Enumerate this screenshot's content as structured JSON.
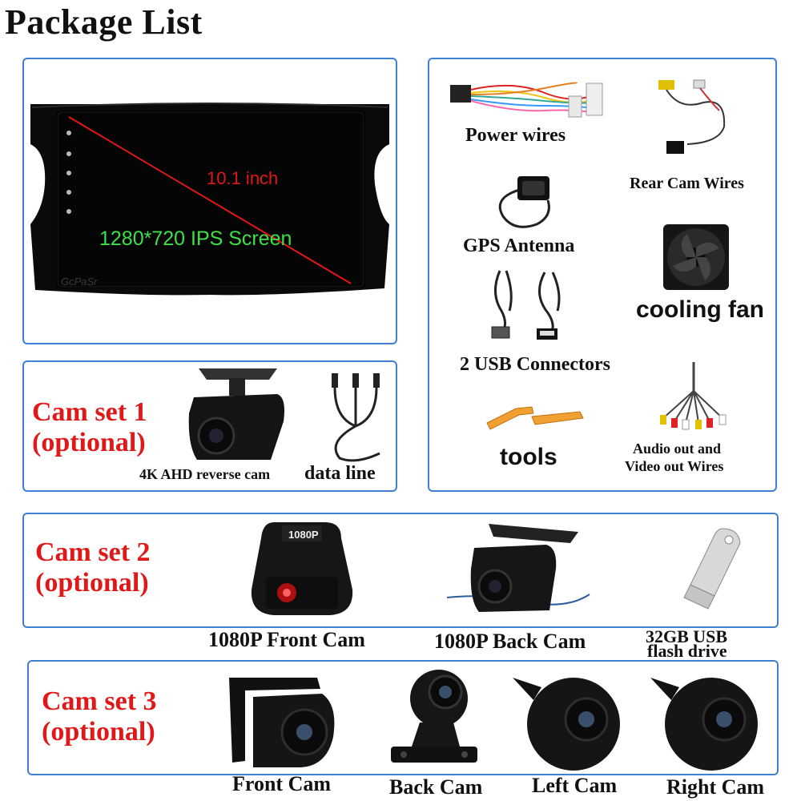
{
  "title": "Package List",
  "head_unit": {
    "size_label": "10.1 inch",
    "screen_label": "1280*720 IPS Screen",
    "brand": "GcPaSr"
  },
  "accessories": {
    "power_wires": "Power wires",
    "rear_cam_wires": "Rear Cam Wires",
    "gps_antenna": "GPS Antenna",
    "cooling_fan": "cooling fan",
    "usb_connectors": "2 USB Connectors",
    "tools": "tools",
    "av_wires_line1": "Audio out and",
    "av_wires_line2": "Video out Wires"
  },
  "cam_set_1": {
    "label_line1": "Cam set 1",
    "label_line2": "(optional)",
    "item1": "4K AHD reverse cam",
    "item2": "data line"
  },
  "cam_set_2": {
    "label_line1": "Cam set 2",
    "label_line2": "(optional)",
    "item1": "1080P Front Cam",
    "item2": "1080P Back Cam",
    "item3_line1": "32GB USB",
    "item3_line2": "flash drive",
    "cam_badge": "1080P"
  },
  "cam_set_3": {
    "label_line1": "Cam set 3",
    "label_line2": "(optional)",
    "item1": "Front Cam",
    "item2": "Back Cam",
    "item3": "Left Cam",
    "item4": "Right Cam"
  },
  "colors": {
    "frame_blue": "#3f7fd6",
    "label_red": "#e01818",
    "screen_red": "#e01818",
    "screen_green": "#3ee04a"
  }
}
